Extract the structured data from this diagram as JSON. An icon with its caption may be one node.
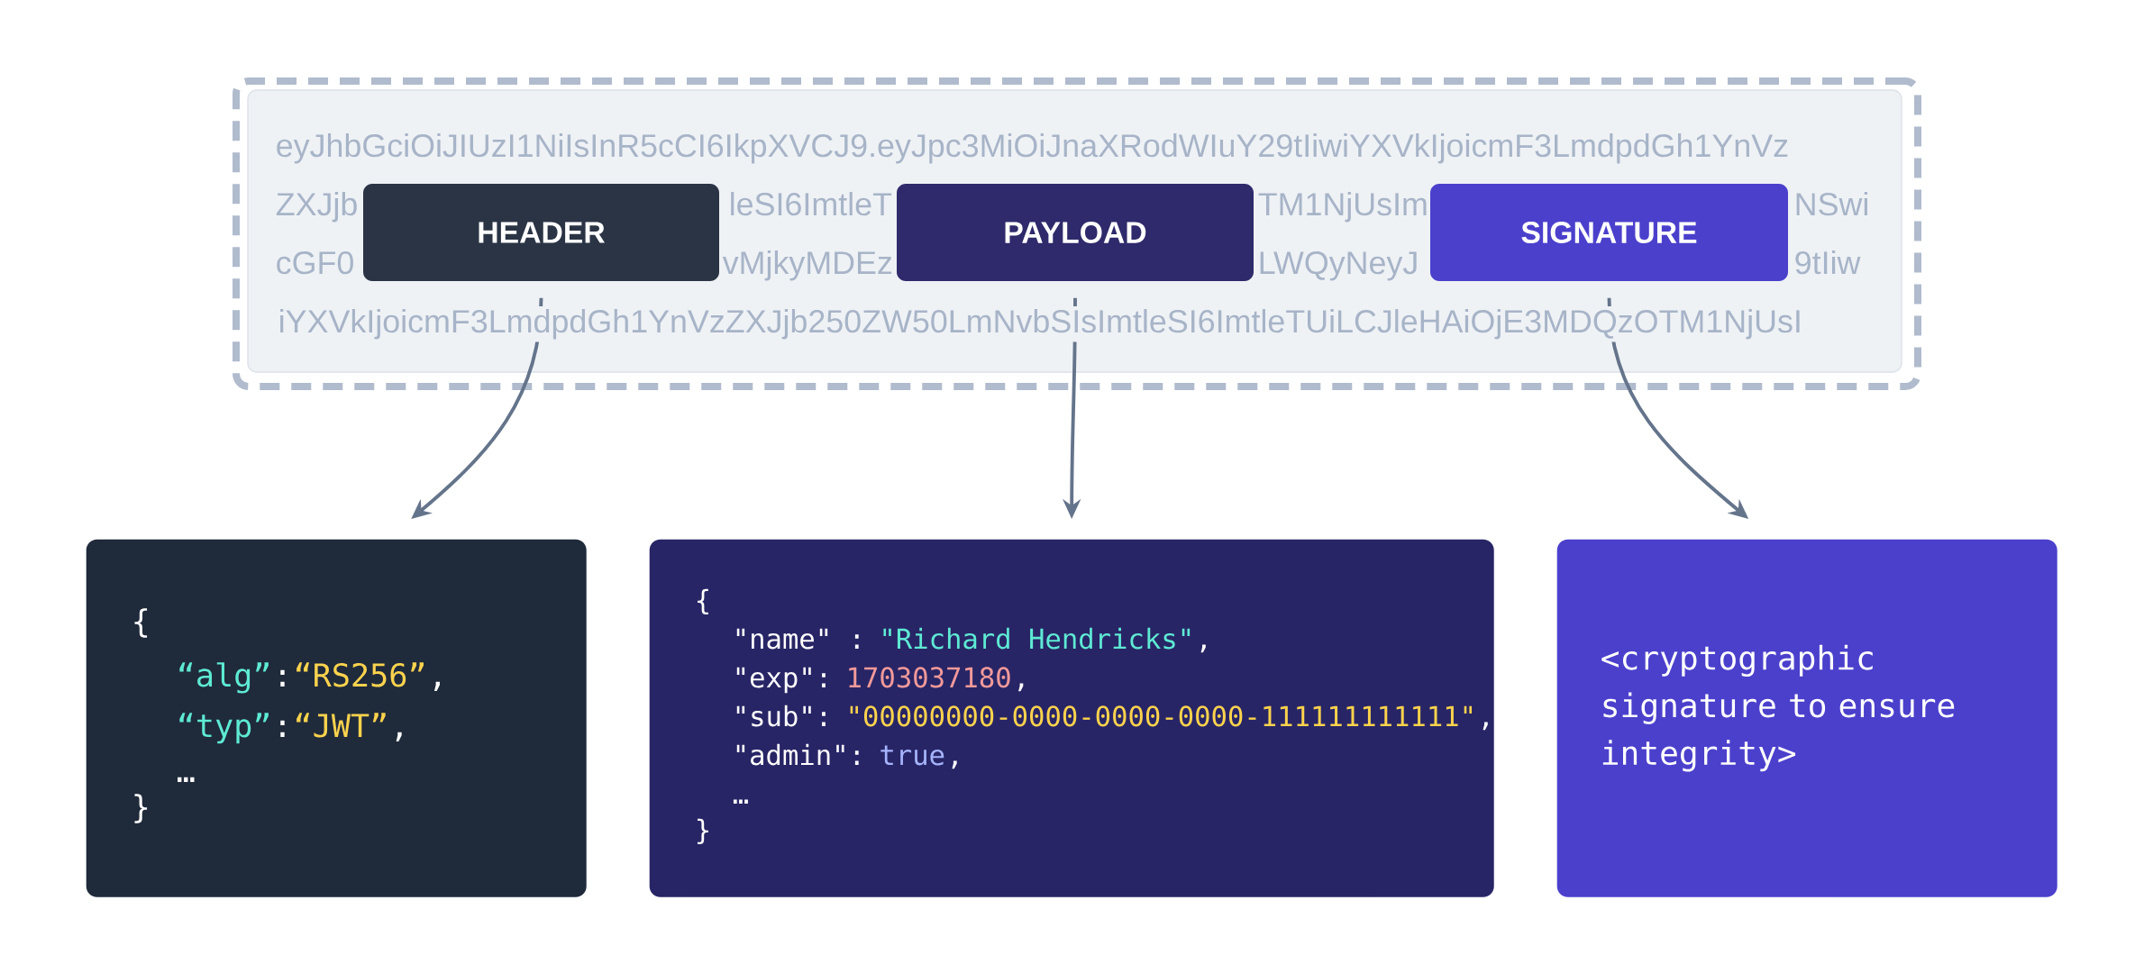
{
  "diagram": {
    "nodes": [
      {
        "text": [],
        "shape": "box"
      },
      {
        "text": [
          "HEADER"
        ],
        "in": 0
      },
      {
        "text": [
          "PAYLOAD"
        ],
        "in": 0
      },
      {
        "text": [
          "SIGNATURE"
        ],
        "in": 0
      },
      {
        "text": [
          "{",
          "“alg”",
          ":",
          "“RS256”",
          ",",
          "“typ”",
          ":",
          "“JWT”",
          ",",
          "…",
          "}"
        ]
      },
      {
        "text": [
          "{",
          "\"name\" :",
          "\"Richard Hendricks\"",
          ",",
          "\"exp\":",
          "1703037180",
          ",",
          "\"sub\":",
          "\"00000000-0000-0000-0000-111111111111\"",
          ",",
          "\"admin\":",
          "true",
          ",",
          "…",
          "}"
        ]
      },
      {
        "text": [
          "<cryptographic signature to ensure integrity>"
        ]
      }
    ],
    "edges": [
      {
        "from": 1,
        "to": 4,
        "arrow": "to"
      },
      {
        "from": 2,
        "to": 5,
        "arrow": "to"
      },
      {
        "from": 3,
        "to": 6,
        "arrow": "to"
      }
    ],
    "labels": [
      "eyJhbGciOiJIUzI1NiIsInR5cCI6IkpXVCJ9.eyJpc3MiOiJnaXRodWIuY29tIiwiYXVkIjoicmF3LmdpdGh1YnVz",
      "ZXJjb",
      "leSI6ImtleT",
      "TM1NjUsIm",
      "NSwi",
      "cGF0",
      "vMjkyMDEz",
      "LWQyNeyJ",
      "9tIiw",
      "iYXVkIjoicmF3LmdpdGh1YnVzZXJjb250ZW50LmNvbSIsImtleSI6ImtleTUiLCJleHAiOjE3MDQzOTM1NjUsI"
    ]
  }
}
